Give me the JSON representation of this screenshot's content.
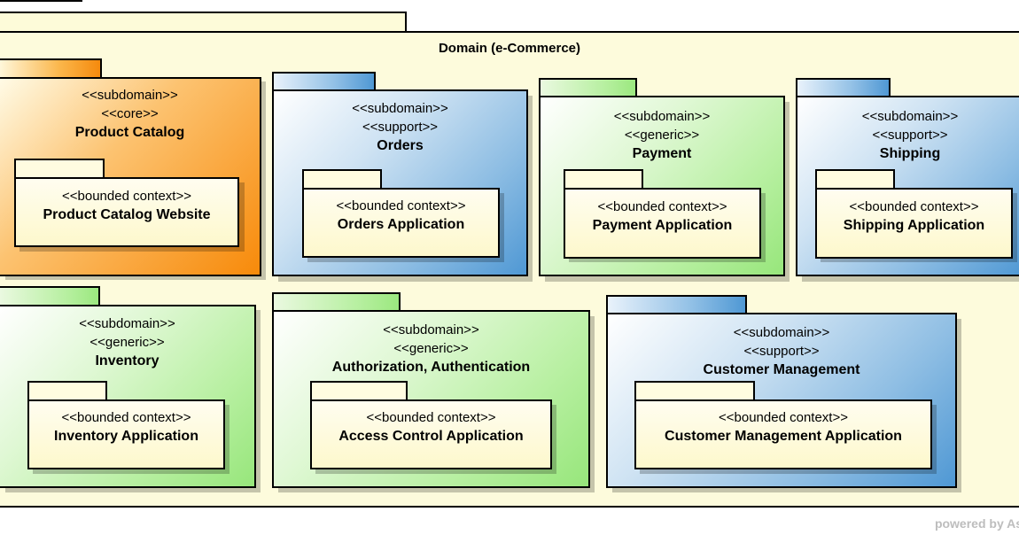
{
  "domain": {
    "title": "Domain (e-Commerce)"
  },
  "subdomains": [
    {
      "stereotype": "<<subdomain>>",
      "kind": "<<core>>",
      "name": "Product Catalog",
      "color": "orange",
      "context": {
        "stereotype": "<<bounded context>>",
        "name": "Product Catalog Website"
      }
    },
    {
      "stereotype": "<<subdomain>>",
      "kind": "<<support>>",
      "name": "Orders",
      "color": "blue",
      "context": {
        "stereotype": "<<bounded context>>",
        "name": "Orders Application"
      }
    },
    {
      "stereotype": "<<subdomain>>",
      "kind": "<<generic>>",
      "name": "Payment",
      "color": "green",
      "context": {
        "stereotype": "<<bounded context>>",
        "name": "Payment Application"
      }
    },
    {
      "stereotype": "<<subdomain>>",
      "kind": "<<support>>",
      "name": "Shipping",
      "color": "blue",
      "context": {
        "stereotype": "<<bounded context>>",
        "name": "Shipping Application"
      }
    },
    {
      "stereotype": "<<subdomain>>",
      "kind": "<<generic>>",
      "name": "Inventory",
      "color": "green",
      "context": {
        "stereotype": "<<bounded context>>",
        "name": "Inventory Application"
      }
    },
    {
      "stereotype": "<<subdomain>>",
      "kind": "<<generic>>",
      "name": "Authorization,  Authentication",
      "color": "green",
      "context": {
        "stereotype": "<<bounded context>>",
        "name": "Access Control Application"
      }
    },
    {
      "stereotype": "<<subdomain>>",
      "kind": "<<support>>",
      "name": "Customer Management",
      "color": "blue",
      "context": {
        "stereotype": "<<bounded context>>",
        "name": "Customer Management Application"
      }
    }
  ],
  "footer": {
    "powered_by": "powered by As"
  }
}
